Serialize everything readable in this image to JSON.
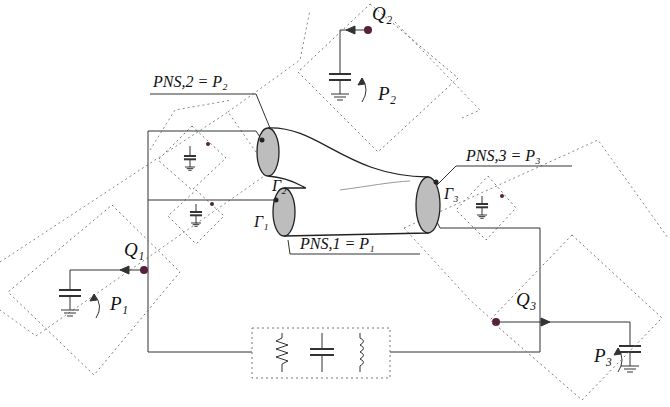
{
  "diagram": {
    "nodes": [
      {
        "text": [
          "Q₂",
          "P₂"
        ]
      },
      {
        "text": [
          "Q₁",
          "P₁"
        ]
      },
      {
        "text": [
          "Q₃",
          "P₃"
        ]
      }
    ],
    "labels": [
      "PNS,2 = P₂",
      "Γ₂",
      "Γ₁",
      "PNS,1 = P₁",
      "PNS,3 = P₃",
      "Γ₃"
    ]
  }
}
